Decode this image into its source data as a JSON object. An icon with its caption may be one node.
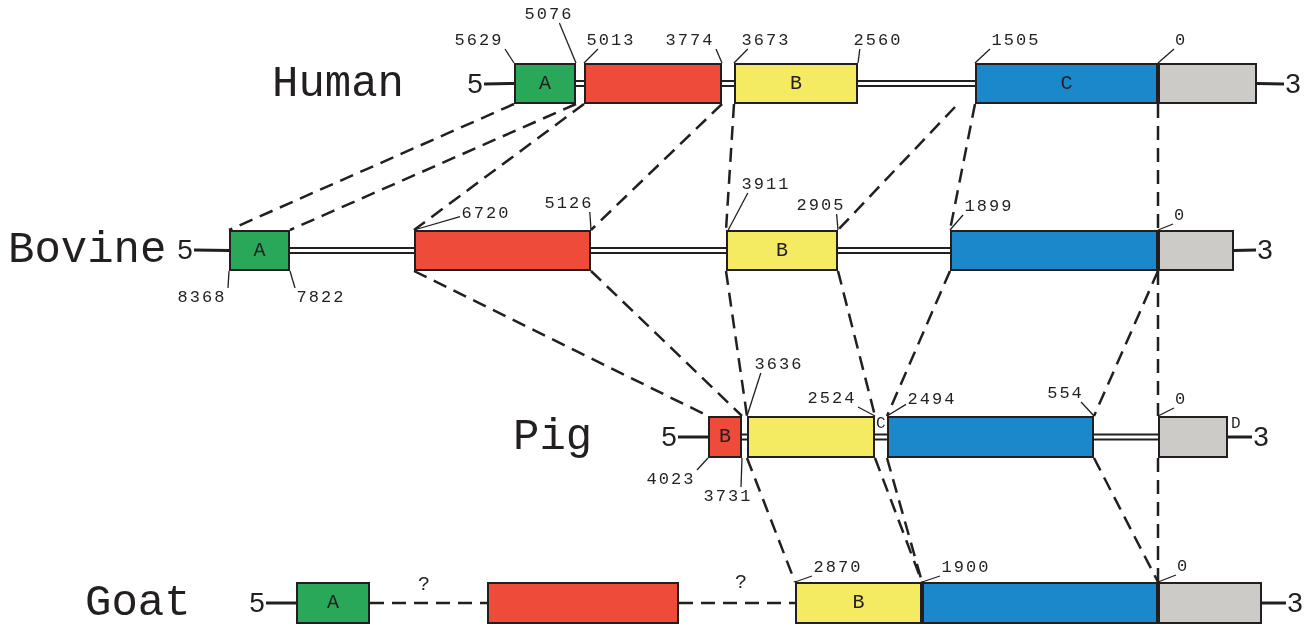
{
  "diagram": {
    "nodes": [
      {
        "text": [
          "5"
        ]
      },
      {
        "text": [
          "A"
        ]
      },
      {
        "text": [],
        "shape": "box"
      },
      {
        "text": [
          "B"
        ]
      },
      {
        "text": [
          "C"
        ]
      },
      {
        "text": [],
        "shape": "box"
      },
      {
        "text": [
          "3"
        ]
      },
      {
        "text": [
          "5629"
        ]
      },
      {
        "text": [
          "5076"
        ]
      },
      {
        "text": [
          "5013"
        ]
      },
      {
        "text": [
          "3774"
        ]
      },
      {
        "text": [
          "3673"
        ]
      },
      {
        "text": [
          "2560"
        ]
      },
      {
        "text": [
          "1505"
        ]
      },
      {
        "text": [
          "0"
        ]
      },
      {
        "text": [
          "5"
        ]
      },
      {
        "text": [
          "A"
        ]
      },
      {
        "text": [],
        "shape": "box"
      },
      {
        "text": [
          "B"
        ]
      },
      {
        "text": [],
        "shape": "box"
      },
      {
        "text": [],
        "shape": "box"
      },
      {
        "text": [
          "3"
        ]
      },
      {
        "text": [
          "6720"
        ]
      },
      {
        "text": [
          "5126"
        ]
      },
      {
        "text": [
          "3911"
        ]
      },
      {
        "text": [
          "2905"
        ]
      },
      {
        "text": [
          "1899"
        ]
      },
      {
        "text": [
          "0"
        ]
      },
      {
        "text": [
          "8368"
        ]
      },
      {
        "text": [
          "7822"
        ]
      },
      {
        "text": [
          "5"
        ]
      },
      {
        "text": [
          "B"
        ]
      },
      {
        "text": [],
        "shape": "box"
      },
      {
        "text": [],
        "shape": "box"
      },
      {
        "text": [],
        "shape": "box"
      },
      {
        "text": [
          "3"
        ]
      },
      {
        "text": [
          "3636"
        ]
      },
      {
        "text": [
          "2524"
        ]
      },
      {
        "text": [
          "2494"
        ]
      },
      {
        "text": [
          "554"
        ]
      },
      {
        "text": [
          "0"
        ]
      },
      {
        "text": [
          "4023"
        ]
      },
      {
        "text": [
          "3731"
        ]
      },
      {
        "text": [
          "5"
        ]
      },
      {
        "text": [
          "A"
        ]
      },
      {
        "text": [],
        "shape": "box"
      },
      {
        "text": [
          "B"
        ]
      },
      {
        "text": [],
        "shape": "box"
      },
      {
        "text": [],
        "shape": "box"
      },
      {
        "text": [
          "3"
        ]
      },
      {
        "text": [
          "2870"
        ]
      },
      {
        "text": [
          "1900"
        ]
      },
      {
        "text": [
          "0"
        ]
      }
    ],
    "edges": [
      {
        "from": 0,
        "to": 1,
        "arrow": "none"
      },
      {
        "from": 1,
        "to": 2,
        "arrow": "none"
      },
      {
        "from": 2,
        "to": 3,
        "arrow": "none"
      },
      {
        "from": 3,
        "to": 4,
        "arrow": "none"
      },
      {
        "from": 5,
        "to": 6,
        "arrow": "none"
      },
      {
        "from": 15,
        "to": 16,
        "arrow": "none"
      },
      {
        "from": 16,
        "to": 17,
        "arrow": "none"
      },
      {
        "from": 17,
        "to": 18,
        "arrow": "none"
      },
      {
        "from": 18,
        "to": 19,
        "arrow": "none"
      },
      {
        "from": 20,
        "to": 21,
        "arrow": "none"
      },
      {
        "from": 30,
        "to": 31,
        "arrow": "none"
      },
      {
        "from": 31,
        "to": 32,
        "arrow": "none"
      },
      {
        "from": 32,
        "to": 33,
        "arrow": "none"
      },
      {
        "from": 33,
        "to": 34,
        "arrow": "none"
      },
      {
        "from": 34,
        "to": 35,
        "arrow": "none"
      },
      {
        "from": 43,
        "to": 44,
        "arrow": "none"
      },
      {
        "from": 44,
        "to": 45,
        "arrow": "none",
        "style": "dashed",
        "label": "?"
      },
      {
        "from": 45,
        "to": 46,
        "arrow": "none",
        "style": "dashed",
        "label": "?"
      },
      {
        "from": 48,
        "to": 49,
        "arrow": "none"
      },
      {
        "from": 1,
        "to": 16,
        "arrow": "none",
        "style": "dashed"
      },
      {
        "from": 1,
        "to": 16,
        "arrow": "none",
        "style": "dashed"
      },
      {
        "from": 2,
        "to": 17,
        "arrow": "none",
        "style": "dashed"
      },
      {
        "from": 2,
        "to": 17,
        "arrow": "none",
        "style": "dashed"
      },
      {
        "from": 3,
        "to": 18,
        "arrow": "none",
        "style": "dashed"
      },
      {
        "from": null,
        "to": 18,
        "arrow": "none",
        "style": "dashed"
      },
      {
        "from": 4,
        "to": 19,
        "arrow": "none",
        "style": "dashed"
      },
      {
        "from": 5,
        "to": 20,
        "arrow": "none",
        "style": "dashed"
      },
      {
        "from": 17,
        "to": 31,
        "arrow": "none",
        "style": "dashed"
      },
      {
        "from": 17,
        "to": 31,
        "arrow": "none",
        "style": "dashed"
      },
      {
        "from": 18,
        "to": 32,
        "arrow": "none",
        "style": "dashed"
      },
      {
        "from": 18,
        "to": 32,
        "arrow": "none",
        "style": "dashed"
      },
      {
        "from": 19,
        "to": 33,
        "arrow": "none",
        "style": "dashed"
      },
      {
        "from": 19,
        "to": 33,
        "arrow": "none",
        "style": "dashed"
      },
      {
        "from": 20,
        "to": 34,
        "arrow": "none",
        "style": "dashed"
      },
      {
        "from": 32,
        "to": 46,
        "arrow": "none",
        "style": "dashed"
      },
      {
        "from": 32,
        "to": 46,
        "arrow": "none",
        "style": "dashed"
      },
      {
        "from": 33,
        "to": 47,
        "arrow": "none",
        "style": "dashed"
      },
      {
        "from": 33,
        "to": 47,
        "arrow": "none",
        "style": "dashed"
      },
      {
        "from": 34,
        "to": 48,
        "arrow": "none",
        "style": "dashed"
      },
      {
        "from": 7,
        "to": 1,
        "arrow": "none"
      },
      {
        "from": 8,
        "to": 1,
        "arrow": "none"
      },
      {
        "from": 9,
        "to": 2,
        "arrow": "none"
      },
      {
        "from": 10,
        "to": 2,
        "arrow": "none"
      },
      {
        "from": 11,
        "to": 3,
        "arrow": "none"
      },
      {
        "from": 12,
        "to": 3,
        "arrow": "none"
      },
      {
        "from": 13,
        "to": 4,
        "arrow": "none"
      },
      {
        "from": 14,
        "to": 5,
        "arrow": "none"
      },
      {
        "from": 22,
        "to": 17,
        "arrow": "none"
      },
      {
        "from": 23,
        "to": 17,
        "arrow": "none"
      },
      {
        "from": 24,
        "to": 18,
        "arrow": "none"
      },
      {
        "from": 25,
        "to": 18,
        "arrow": "none"
      },
      {
        "from": 26,
        "to": 19,
        "arrow": "none"
      },
      {
        "from": 27,
        "to": 20,
        "arrow": "none"
      },
      {
        "from": 28,
        "to": 16,
        "arrow": "none"
      },
      {
        "from": 29,
        "to": 16,
        "arrow": "none"
      },
      {
        "from": 36,
        "to": 32,
        "arrow": "none"
      },
      {
        "from": 37,
        "to": 32,
        "arrow": "none"
      },
      {
        "from": 38,
        "to": 33,
        "arrow": "none"
      },
      {
        "from": 39,
        "to": 33,
        "arrow": "none"
      },
      {
        "from": 40,
        "to": 34,
        "arrow": "none"
      },
      {
        "from": 41,
        "to": 31,
        "arrow": "none"
      },
      {
        "from": 42,
        "to": 31,
        "arrow": "none"
      },
      {
        "from": 50,
        "to": 46,
        "arrow": "none"
      },
      {
        "from": 51,
        "to": 47,
        "arrow": "none"
      },
      {
        "from": 52,
        "to": 48,
        "arrow": "none"
      }
    ],
    "labels": [
      "Human",
      "Bovine",
      "Pig",
      "C",
      "D",
      "Goat"
    ]
  }
}
